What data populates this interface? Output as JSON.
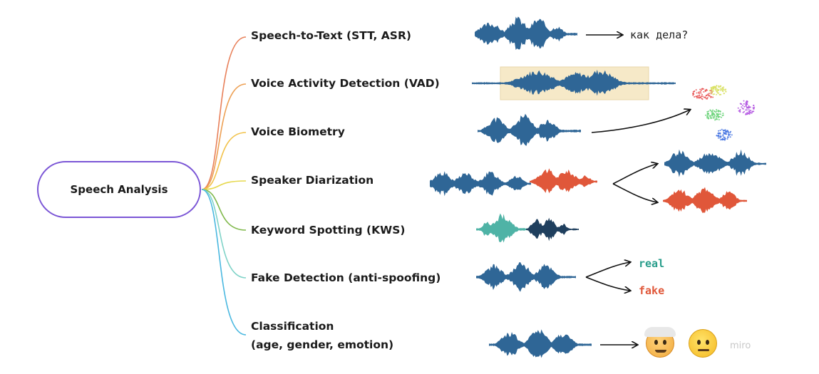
{
  "root": {
    "label": "Speech Analysis",
    "border_color": "#7b56d6"
  },
  "branches": [
    {
      "label": "Speech-to-Text (STT, ASR)",
      "line_color": "#e8805a"
    },
    {
      "label": "Voice Activity Detection (VAD)",
      "line_color": "#eda054"
    },
    {
      "label": "Voice Biometry",
      "line_color": "#f2c24a"
    },
    {
      "label": "Speaker Diarization",
      "line_color": "#e6d84c"
    },
    {
      "label": "Keyword Spotting (KWS)",
      "line_color": "#7fb84a"
    },
    {
      "label": "Fake Detection (anti-spoofing)",
      "line_color": "#7fd3c8"
    },
    {
      "label": "Classification\n(age, gender, emotion)",
      "line_color": "#4ab8e0"
    }
  ],
  "outputs": {
    "stt_text": "как дела?",
    "real_label": "real",
    "fake_label": "fake",
    "real_color": "#2a9e8c",
    "fake_color": "#e0583a"
  },
  "colors": {
    "wave_primary": "#2f6696",
    "wave_secondary": "#e0573a",
    "wave_keyword_a": "#4fb3a6",
    "wave_keyword_b": "#1f3f5e",
    "vad_highlight": "#f6e9c8",
    "cluster_colors": [
      "#e85050",
      "#d8e060",
      "#b050e0",
      "#60d070",
      "#4070e0"
    ]
  },
  "watermark": "miro"
}
